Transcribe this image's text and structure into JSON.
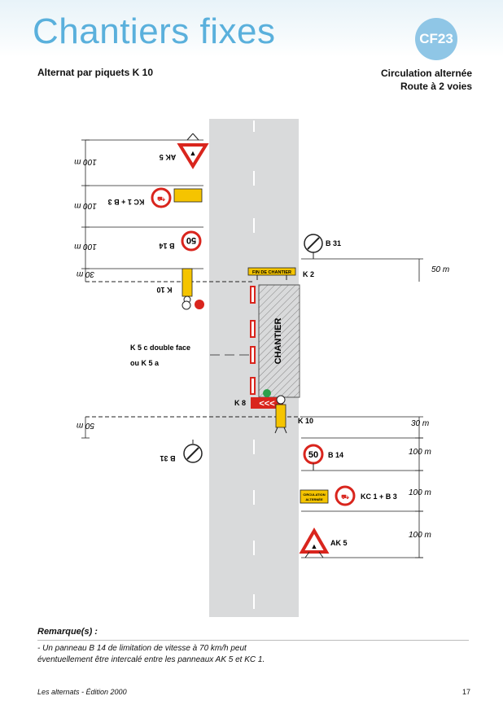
{
  "header": {
    "title": "Chantiers fixes",
    "badge": "CF23",
    "subtitle_left": "Alternat par piquets K 10",
    "subtitle_right_line1": "Circulation alternée",
    "subtitle_right_line2": "Route à 2 voies"
  },
  "colors": {
    "title": "#5ab0dc",
    "badge": "#8fc6e6",
    "road": "#d9dadb",
    "sign_red": "#d9251d",
    "sign_yellow": "#f5c400"
  },
  "left_side": {
    "dist_1": "100 m",
    "dist_2": "100 m",
    "dist_3": "100 m",
    "dist_4": "30 m",
    "dist_5": "50 m",
    "ak5_label": "AK 5",
    "kc1b3_label": "KC 1 + B 3",
    "b14_label": "B 14",
    "k10_label": "K 10",
    "b31_label": "B 31",
    "k5c_line1": "K 5 c double face",
    "k5c_line2": "ou K 5 a"
  },
  "right_side": {
    "b31_label": "B 31",
    "k2_label": "K 2",
    "k2_panel_text": "FIN DE CHANTIER",
    "dist_50": "50 m",
    "k8_label": "K 8",
    "k10_label": "K 10",
    "dist_30": "30 m",
    "b14_label": "B 14",
    "dist_1": "100 m",
    "kc1b3_label": "KC 1 + B 3",
    "dist_2": "100 m",
    "ak5_label": "AK 5",
    "dist_3": "100 m",
    "circ_panel_line1": "CIRCULATION",
    "circ_panel_line2": "ALTERNÉE"
  },
  "road": {
    "chantier_label": "CHANTIER",
    "speed_value": "50"
  },
  "remark": {
    "title": "Remarque(s) :",
    "text": "- Un panneau B 14 de limitation de vitesse à 70 km/h peut éventuellement être intercalé entre les panneaux AK 5 et KC 1."
  },
  "footer": {
    "left": "Les alternats - Édition 2000",
    "page": "17"
  }
}
